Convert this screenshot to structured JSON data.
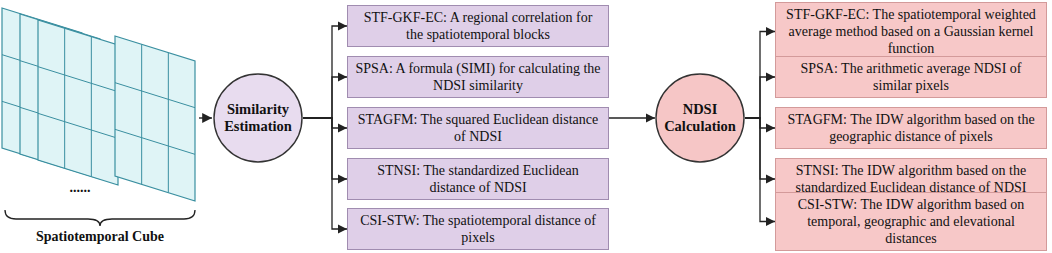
{
  "diagram": {
    "nodes": [
      {
        "text": [
          "Similarity Estimation"
        ]
      },
      {
        "text": [
          "STF-GKF-EC: A regional correlation for the spatiotemporal blocks"
        ]
      },
      {
        "text": [
          "SPSA: A formula (SIMI) for calculating the NDSI similarity"
        ]
      },
      {
        "text": [
          "STAGFM: The squared Euclidean distance of NDSI"
        ]
      },
      {
        "text": [
          "STNSI: The standardized Euclidean distance of NDSI"
        ]
      },
      {
        "text": [
          "CSI-STW: The spatiotemporal distance of pixels"
        ]
      },
      {
        "text": [
          "NDSI Calculation"
        ]
      },
      {
        "text": [
          "STF-GKF-EC: The spatiotemporal weighted average method based on a Gaussian kernel function"
        ]
      },
      {
        "text": [
          "SPSA: The arithmetic average NDSI of similar pixels"
        ]
      },
      {
        "text": [
          "STAGFM: The IDW algorithm based on the geographic distance of pixels"
        ]
      },
      {
        "text": [
          "STNSI: The IDW algorithm based on the standardized Euclidean distance of NDSI"
        ]
      },
      {
        "text": [
          "CSI-STW: The IDW algorithm based on temporal, geographic and elevational distances"
        ]
      }
    ],
    "edges": [
      {
        "from": 0,
        "to": 1,
        "arrow": "to"
      },
      {
        "from": 0,
        "to": 2,
        "arrow": "to"
      },
      {
        "from": 0,
        "to": 3,
        "arrow": "to"
      },
      {
        "from": 0,
        "to": 4,
        "arrow": "to"
      },
      {
        "from": 0,
        "to": 5,
        "arrow": "to"
      },
      {
        "from": 3,
        "to": 6,
        "arrow": "to"
      },
      {
        "from": 6,
        "to": 7,
        "arrow": "to"
      },
      {
        "from": 6,
        "to": 8,
        "arrow": "to"
      },
      {
        "from": 6,
        "to": 9,
        "arrow": "to"
      },
      {
        "from": 6,
        "to": 10,
        "arrow": "to"
      },
      {
        "from": 6,
        "to": 11,
        "arrow": "to"
      }
    ],
    "labels": [
      "Spatiotemporal Cube",
      "......"
    ]
  }
}
